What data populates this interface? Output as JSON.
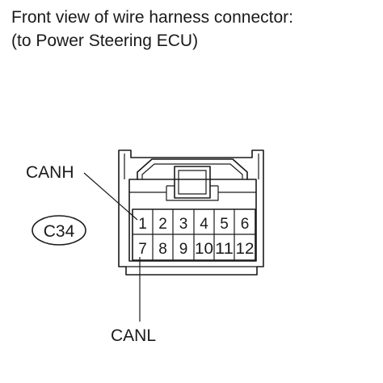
{
  "caption": {
    "line1": "Front view of wire harness connector:",
    "line2": "(to Power Steering ECU)"
  },
  "connector": {
    "code": "C34",
    "row1": [
      "1",
      "2",
      "3",
      "4",
      "5",
      "6"
    ],
    "row2": [
      "7",
      "8",
      "9",
      "10",
      "11",
      "12"
    ]
  },
  "labels": {
    "canh": "CANH",
    "canl": "CANL"
  }
}
